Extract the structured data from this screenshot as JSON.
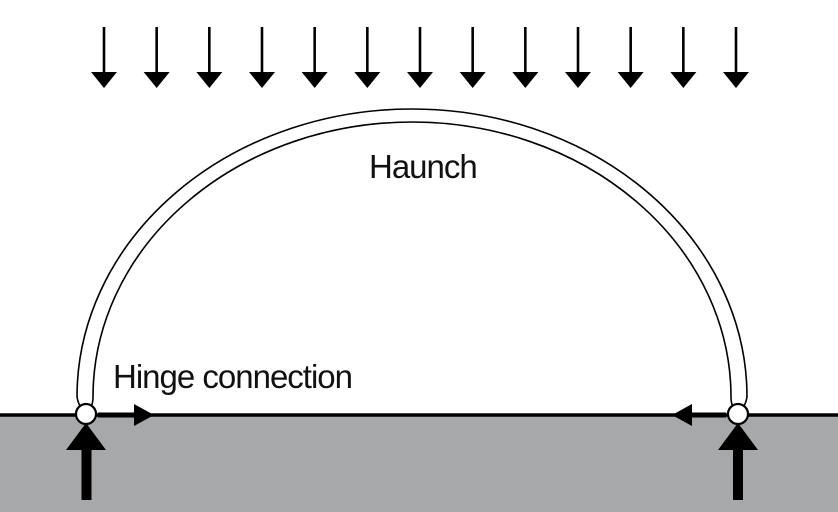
{
  "labels": {
    "haunch": "Haunch",
    "hinge": "Hinge connection"
  },
  "load": {
    "arrow_count": 13
  },
  "colors": {
    "ground": "#a7a8aa",
    "line": "#000000",
    "arch_fill": "#ffffff",
    "background": "#ffffff"
  },
  "icons": {
    "load_arrow": "down-arrow-icon",
    "reaction_vertical": "up-arrow-icon",
    "reaction_horizontal": "horizontal-arrow-icon",
    "hinge": "hinge-circle-icon"
  }
}
